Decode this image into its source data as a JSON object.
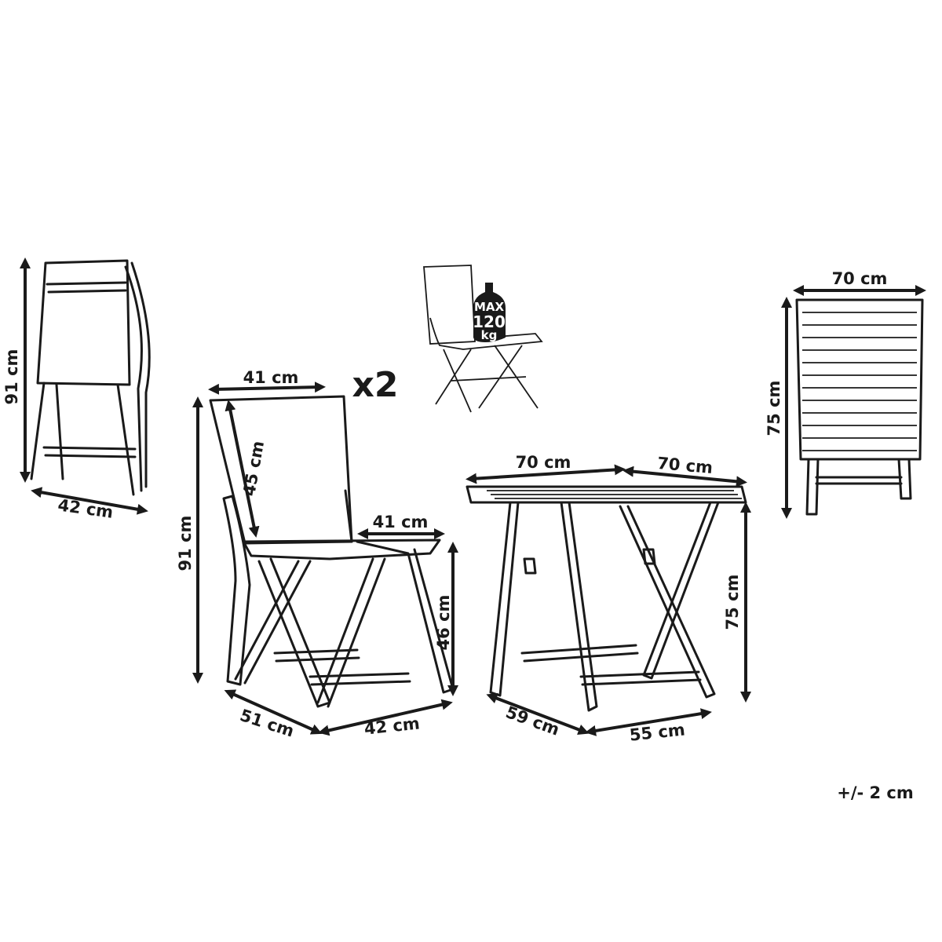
{
  "folded_chair": {
    "height": "91 cm",
    "width": "42 cm"
  },
  "chair": {
    "quantity": "x2",
    "back_width": "41 cm",
    "back_height": "45 cm",
    "seat_width": "41 cm",
    "total_height": "91 cm",
    "seat_height": "46 cm",
    "depth": "51 cm",
    "width": "42 cm"
  },
  "weight_badge": {
    "line1": "MAX",
    "line2": "120",
    "line3": "kg"
  },
  "table": {
    "top_width": "70 cm",
    "top_depth": "70 cm",
    "height": "75 cm",
    "base_depth": "59 cm",
    "base_width": "55 cm"
  },
  "folded_table": {
    "width": "70 cm",
    "height": "75 cm"
  },
  "tolerance": "+/- 2 cm"
}
